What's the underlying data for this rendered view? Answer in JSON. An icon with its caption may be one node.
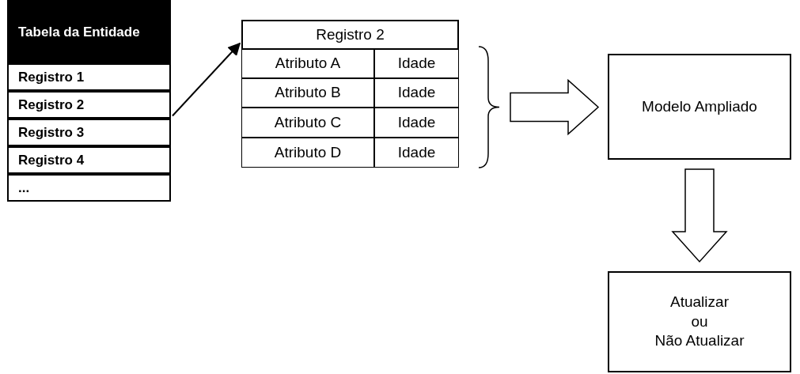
{
  "diagram": {
    "nodes": [
      {
        "text": [
          "Tabela da Entidade"
        ]
      },
      {
        "text": [
          "Registro 1"
        ],
        "in": 0
      },
      {
        "text": [
          "Registro 2"
        ],
        "in": 0
      },
      {
        "text": [
          "Registro 3"
        ],
        "in": 0
      },
      {
        "text": [
          "Registro 4"
        ],
        "in": 0
      },
      {
        "text": [
          "..."
        ],
        "in": 0
      },
      {
        "text": [
          "Registro 2"
        ]
      },
      {
        "text": [
          "Atributo A"
        ],
        "in": 6
      },
      {
        "text": [
          "Idade"
        ],
        "in": 6
      },
      {
        "text": [
          "Atributo B"
        ],
        "in": 6
      },
      {
        "text": [
          "Idade"
        ],
        "in": 6
      },
      {
        "text": [
          "Atributo C"
        ],
        "in": 6
      },
      {
        "text": [
          "Idade"
        ],
        "in": 6
      },
      {
        "text": [
          "Atributo D"
        ],
        "in": 6
      },
      {
        "text": [
          "Idade"
        ],
        "in": 6
      },
      {
        "text": [],
        "shape": "brace"
      },
      {
        "text": [
          "Modelo Ampliado"
        ]
      },
      {
        "text": [
          "Atualizar",
          "ou",
          "Não Atualizar"
        ]
      }
    ],
    "edges": [
      {
        "from": 2,
        "to": 6,
        "arrow": "to"
      },
      {
        "from": 15,
        "to": 16,
        "arrow": "to",
        "style": "thick"
      },
      {
        "from": 16,
        "to": 17,
        "arrow": "to",
        "style": "thick"
      }
    ]
  }
}
